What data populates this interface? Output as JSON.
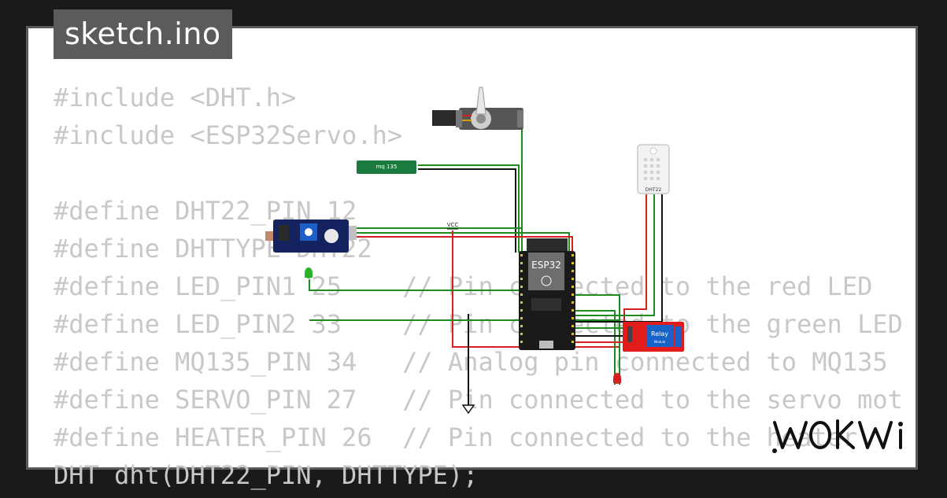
{
  "file": {
    "name": "sketch.ino"
  },
  "code": {
    "lines": [
      "#include <DHT.h>",
      "#include <ESP32Servo.h>",
      "",
      "#define DHT22_PIN 12",
      "#define DHTTYPE DHT22",
      "#define LED_PIN1 25    // Pin connected to the red LED",
      "#define LED_PIN2 33    // Pin connected to the green LED",
      "#define MQ135_PIN 34   // Analog pin connected to MQ135",
      "#define SERVO_PIN 27   // Pin connected to the servo mot",
      "#define HEATER_PIN 26  // Pin connected to the heater",
      "DHT dht(DHT22_PIN, DHTTYPE);"
    ]
  },
  "diagram": {
    "esp32_label": "ESP32",
    "dht_label": "DHT22",
    "relay_label": "Relay",
    "relay_sublabel": "Module",
    "mq_label": "mq 135",
    "vcc_label": "VCC",
    "wire_colors": {
      "green": "#1f8a1f",
      "red": "#d42020",
      "black": "#111111"
    }
  },
  "brand": {
    "logo_text": "WOKWI"
  }
}
